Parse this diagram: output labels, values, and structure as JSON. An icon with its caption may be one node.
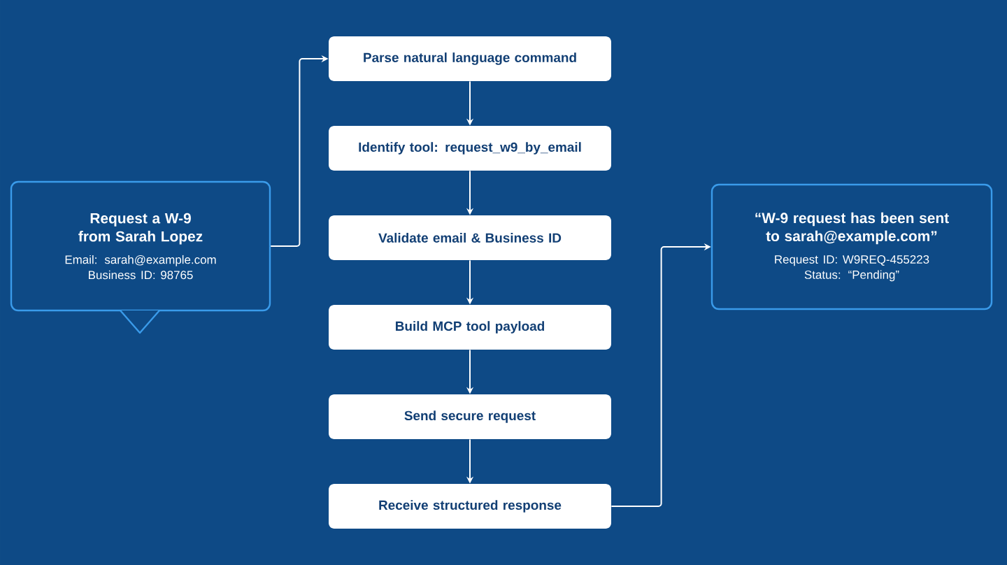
{
  "diagram": {
    "nodes": [
      {
        "text": [
          "Request a W-9 from Sarah Lopez",
          "Email: sarah@example.com",
          "Business ID: 98765"
        ]
      },
      {
        "text": [
          "Parse natural language command"
        ]
      },
      {
        "text": [
          "Identify tool: request_w9_by_email"
        ]
      },
      {
        "text": [
          "Validate email & Business ID"
        ]
      },
      {
        "text": [
          "Build MCP tool payload"
        ]
      },
      {
        "text": [
          "Send secure request"
        ]
      },
      {
        "text": [
          "Receive structured response"
        ]
      },
      {
        "text": [
          "“W-9 request has been sent to sarah@example.com”",
          "Request ID: W9REQ-455223",
          "Status: “Pending”"
        ]
      }
    ],
    "edges": [
      {
        "from": 0,
        "to": 1,
        "arrow": "to"
      },
      {
        "from": 1,
        "to": 2,
        "arrow": "to"
      },
      {
        "from": 2,
        "to": 3,
        "arrow": "to"
      },
      {
        "from": 3,
        "to": 4,
        "arrow": "to"
      },
      {
        "from": 4,
        "to": 5,
        "arrow": "to"
      },
      {
        "from": 5,
        "to": 6,
        "arrow": "to"
      },
      {
        "from": 6,
        "to": 7,
        "arrow": "to"
      }
    ]
  }
}
